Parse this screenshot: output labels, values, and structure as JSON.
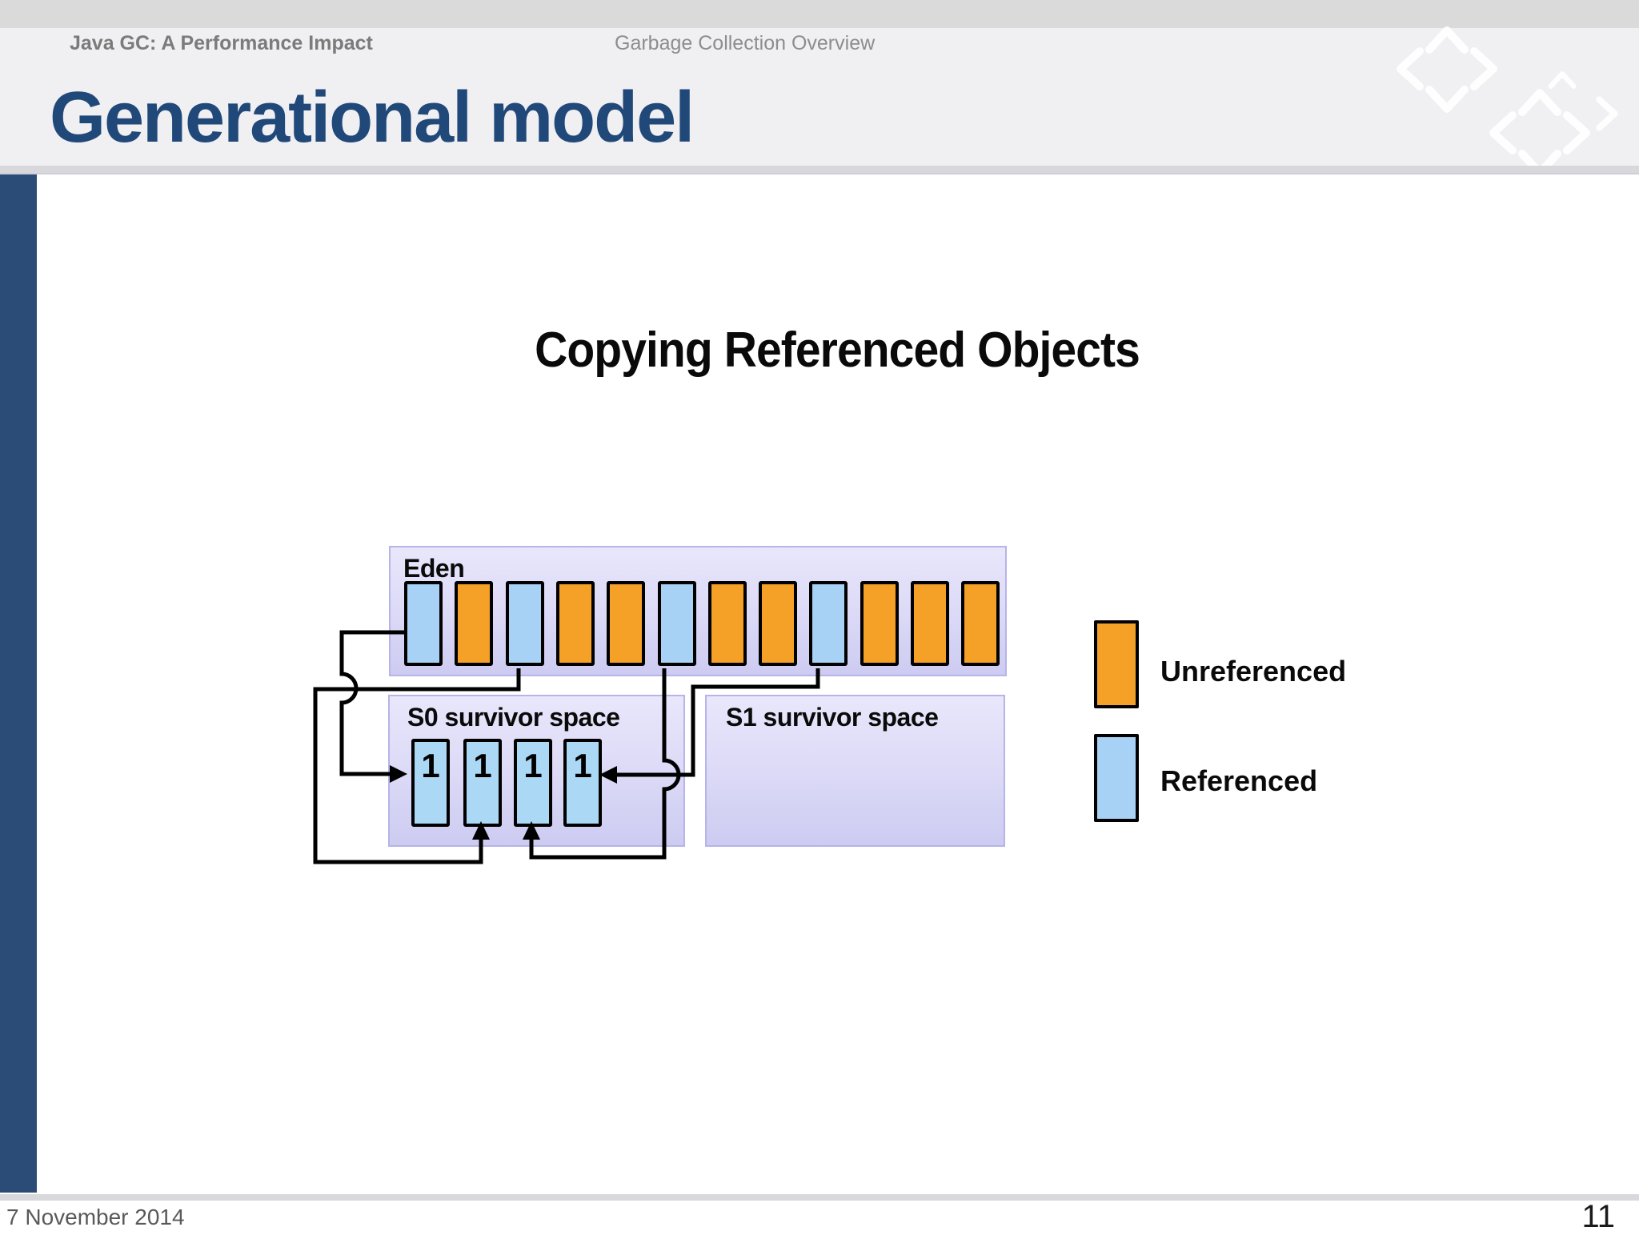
{
  "header": {
    "left_title": "Java GC: A Performance Impact",
    "center_title": "Garbage Collection Overview"
  },
  "slide": {
    "title": "Generational model",
    "date": "7 November 2014",
    "page_number": "11"
  },
  "figure": {
    "title": "Copying Referenced Objects",
    "eden": {
      "label": "Eden",
      "slots": [
        "referenced",
        "unreferenced",
        "referenced",
        "unreferenced",
        "unreferenced",
        "referenced",
        "unreferenced",
        "unreferenced",
        "referenced",
        "unreferenced",
        "unreferenced",
        "unreferenced"
      ]
    },
    "s0": {
      "label": "S0 survivor space",
      "boxes": [
        "1",
        "1",
        "1",
        "1"
      ]
    },
    "s1": {
      "label": "S1 survivor space"
    },
    "legend": [
      {
        "color": "#F5A127",
        "label": "Unreferenced"
      },
      {
        "color": "#A8D2F5",
        "label": "Referenced"
      }
    ],
    "colors": {
      "unreferenced": "#F5A127",
      "referenced": "#A8D2F5",
      "panel_fill": "#dcdaf6",
      "panel_border": "#b6b4e8",
      "accent_bar": "#2B4C77",
      "title_text": "#20497A",
      "connector": "#000000"
    }
  }
}
